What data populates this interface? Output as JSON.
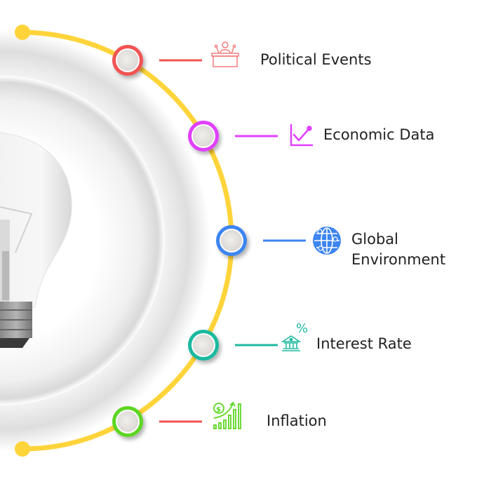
{
  "diagram": {
    "arc_color": "#FFD43B",
    "items": [
      {
        "label": "Political Events",
        "color": "#F25252",
        "connector_color": "#F25252",
        "icon": "podium-speaker-icon"
      },
      {
        "label": "Economic Data",
        "color": "#E040FB",
        "connector_color": "#E040FB",
        "icon": "line-chart-icon"
      },
      {
        "label_line1": "Global",
        "label_line2": "Environment",
        "color": "#3D85F0",
        "connector_color": "#3D85F0",
        "icon": "globe-people-icon"
      },
      {
        "label": "Interest Rate",
        "color": "#1DB9A0",
        "connector_color": "#1DB9A0",
        "icon": "bank-percent-icon",
        "icon_text": "%"
      },
      {
        "label": "Inflation",
        "color": "#5CD621",
        "connector_color": "#F25252",
        "icon": "dollar-growth-bars-icon",
        "icon_text": "$"
      }
    ]
  }
}
